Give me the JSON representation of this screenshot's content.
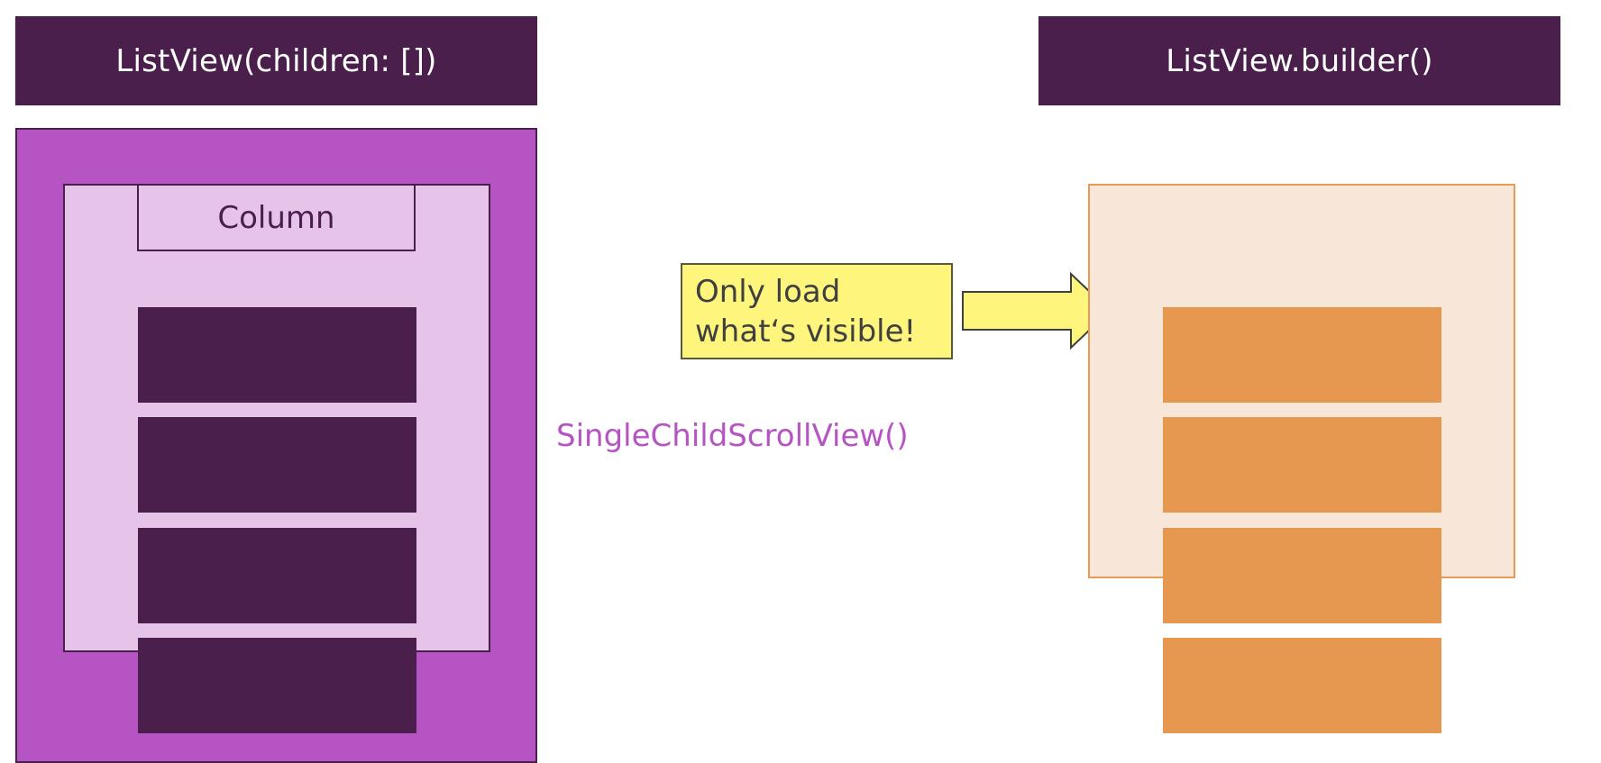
{
  "left_panel": {
    "title": "ListView(children: [])",
    "column_label": "Column",
    "items_count_shown": 4
  },
  "middle": {
    "scrollview_label": "SingleChildScrollView()",
    "note_line1": "Only load",
    "note_line2": "what‘s visible!"
  },
  "right_panel": {
    "title": "ListView.builder()",
    "items_count_shown": 4
  },
  "colors": {
    "header_bg": "#4a1f4c",
    "outer_purple": "#b554c2",
    "inner_lavender": "#e6c4ea",
    "dark_item": "#4a1f4c",
    "note_yellow": "#fdf57c",
    "viewport_peach": "#f8e6d8",
    "orange_item": "#e69850"
  }
}
